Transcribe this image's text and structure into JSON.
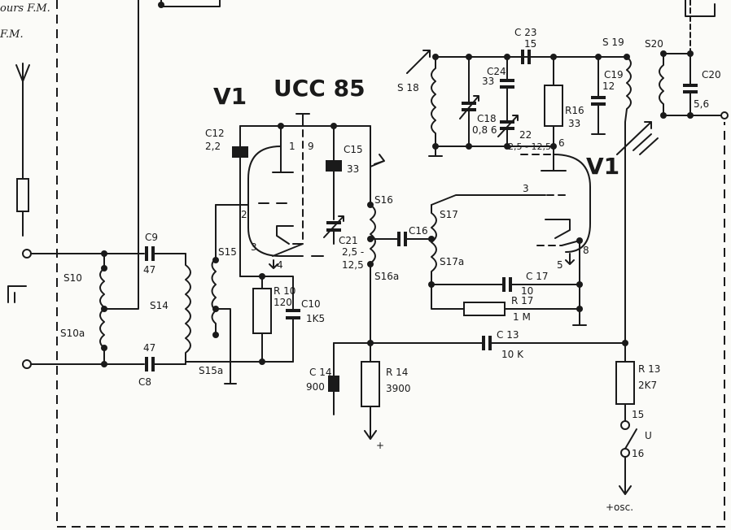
{
  "title": {
    "v1_left": "V1",
    "tube": "UCC 85",
    "v1_right": "V1"
  },
  "corner": {
    "line1": "ours F.M.",
    "line2": "F.M."
  },
  "pins": {
    "p1": "1",
    "p9": "9",
    "p2": "2",
    "p3": "3",
    "p4": "4",
    "p6": "6",
    "p3r": "3",
    "p5": "5",
    "p8": "8"
  },
  "components": {
    "c9": {
      "name": "C9",
      "value": "47"
    },
    "c8": {
      "name": "C8",
      "value": "47"
    },
    "s10": "S10",
    "s10a": "S10a",
    "s14": "S14",
    "s15": "S15",
    "s15a": "S15a",
    "c12": {
      "name": "C12",
      "value": "2,2"
    },
    "r10": {
      "name": "R 10",
      "value": "120"
    },
    "c10": {
      "name": "C10",
      "value": "1K5"
    },
    "c15": {
      "name": "C15",
      "value": "33"
    },
    "c21": {
      "name": "C21",
      "value1": "2,5 -",
      "value2": "12,5"
    },
    "s16": "S16",
    "s16a": "S16a",
    "c16": "C16",
    "s17": "S17",
    "s17a": "S17a",
    "c17": {
      "name": "C 17",
      "value": "10"
    },
    "r17": {
      "name": "R 17",
      "value": "1 M"
    },
    "c13": {
      "name": "C 13",
      "value": "10 K"
    },
    "c14": {
      "name": "C 14",
      "value": "900"
    },
    "r14": {
      "name": "R 14",
      "value": "3900"
    },
    "plus": "+",
    "s18": "S 18",
    "c24": {
      "name": "C24",
      "value": "33"
    },
    "c18": {
      "name": "C18",
      "value": "0,8 6"
    },
    "c22": {
      "name": "22",
      "value": "2,5 - 12,5"
    },
    "c23": {
      "name": "C 23",
      "value": "15"
    },
    "r16": {
      "name": "R16",
      "value": "33"
    },
    "c19": {
      "name": "C19",
      "value": "12"
    },
    "s19": "S 19",
    "s20": "S20",
    "c20": {
      "name": "C20",
      "value": "5,6"
    },
    "r13": {
      "name": "R 13",
      "value": "2K7"
    },
    "sw15": "15",
    "sw16": "16",
    "switch_u": "U",
    "osc": "+osc."
  }
}
